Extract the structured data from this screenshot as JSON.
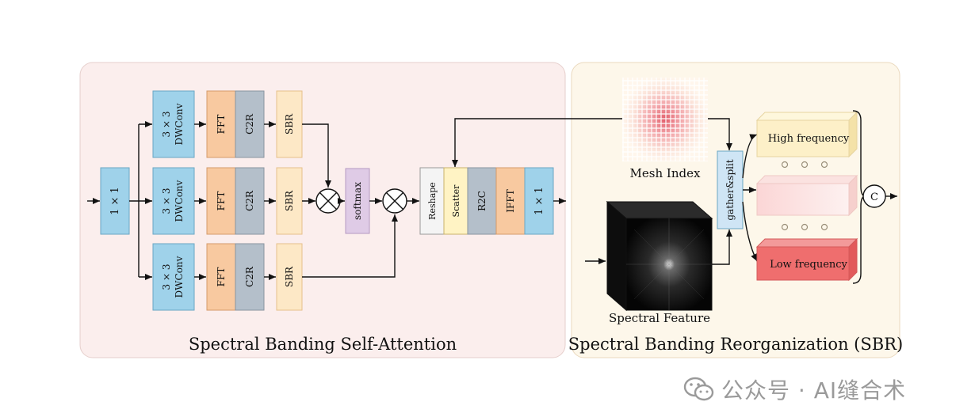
{
  "panels": {
    "left_title": "Spectral Banding Self-Attention",
    "right_title": "Spectral Banding Reorganization (SBR)"
  },
  "blocks": {
    "conv1x1": "1 × 1",
    "dwconv_top": "3 × 3",
    "dwconv_bottom": "DWConv",
    "fft": "FFT",
    "c2r": "C2R",
    "sbr": "SBR",
    "softmax": "softmax",
    "reshape": "Reshape",
    "scatter": "Scatter",
    "r2c": "R2C",
    "ifft": "IFFT",
    "out1x1": "1 × 1"
  },
  "sbr_module": {
    "mesh_index": "Mesh Index",
    "spectral_feature": "Spectral Feature",
    "gather_split": "gather&split",
    "high_frequency": "High frequency",
    "low_frequency": "Low frequency",
    "concat": "C"
  },
  "watermark": {
    "text": "公众号 · AI缝合术"
  },
  "colors": {
    "left_panel_bg": "#fbeeed",
    "right_panel_bg": "#fdf7ea",
    "conv_blue": "#9fd2ea",
    "fft_orange": "#f8c9a0",
    "c2r_gray": "#b4bfca",
    "sbr_cream": "#fde8c6",
    "softmax_purple": "#dfcbe6",
    "scatter_yellow": "#fff3c4",
    "reshape_white": "#f4f4f4",
    "high_freq": "#fdf0c8",
    "low_freq": "#ef6e6e"
  }
}
